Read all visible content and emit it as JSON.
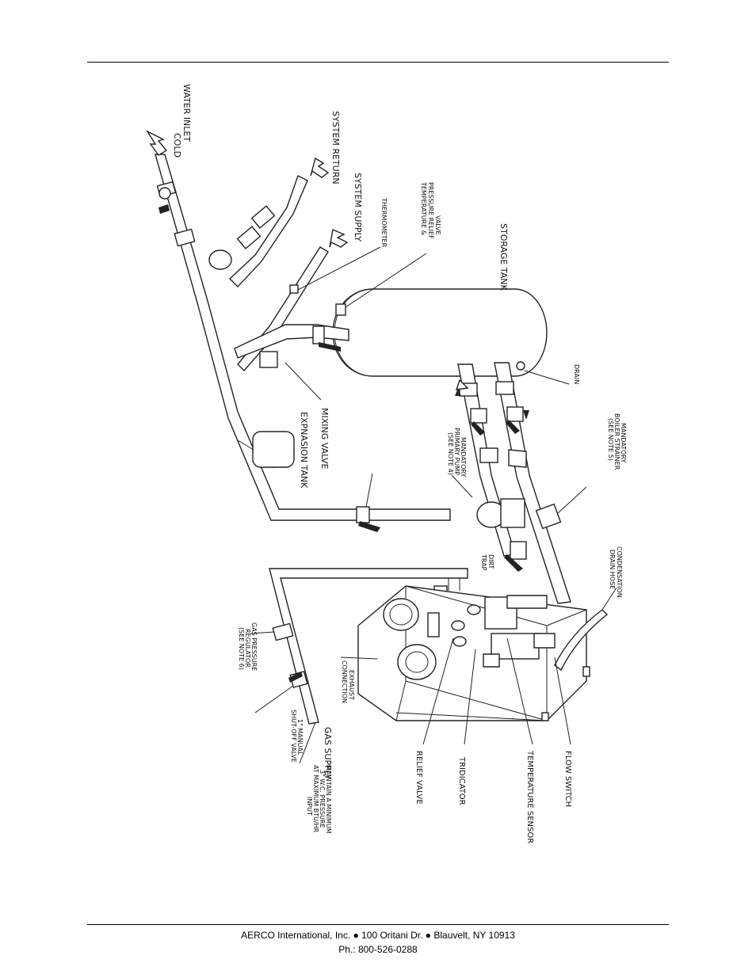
{
  "labels": {
    "cold_water_inlet": [
      "COLD",
      "WATER INLET"
    ],
    "system_return": "SYSTEM RETURN",
    "system_supply": "SYSTEM SUPPLY",
    "thermometer": "THERMOMETER",
    "tp_relief_valve": [
      "TEMPERATURE &",
      "PRESSURE RELIEF",
      "VALVE"
    ],
    "storage_tank": "STORAGE TANK",
    "drain": "DRAIN",
    "expansion_tank": "EXPNASION TANK",
    "mixing_valve": "MIXING VALVE",
    "primary_pump": [
      "MANDATORY",
      "PRIMARY PUMP",
      "(SEE NOTE 4)"
    ],
    "boiler_strainer": [
      "MANDATORY",
      "BOILER STRAINER",
      "(SEE NOTE 5)"
    ],
    "dirt_trap": [
      "DIRT",
      "TRAP"
    ],
    "condensation_drain": [
      "CONDENSATION",
      "DRAIN HOSE"
    ],
    "gas_regulator": [
      "GAS PRESSURE",
      "REGULATOR",
      "(SEE NOTE 6)"
    ],
    "exhaust_connection": [
      "EXHAUST",
      "CONNECTION"
    ],
    "shutoff_valve": [
      "1\" MANUAL",
      "SHUT-OFF VALVE"
    ],
    "gas_supply": "GAS SUPPLY",
    "min_pressure": [
      "MAINTAIN A MINIMUM",
      "3\" W.C. PRESSURE",
      "AT MAXIMUM BTU/HR",
      "INPUT"
    ],
    "relief_valve": "RELIEF VALVE",
    "tridicator": "TRIDICATOR",
    "temperature_sensor": "TEMPERATURE SENSOR",
    "flow_switch": "FLOW SWITCH"
  },
  "footer": {
    "line1": "AERCO International, Inc. ● 100 Oritani Dr. ●  Blauvelt, NY 10913",
    "line2": "Ph.: 800-526-0288"
  }
}
